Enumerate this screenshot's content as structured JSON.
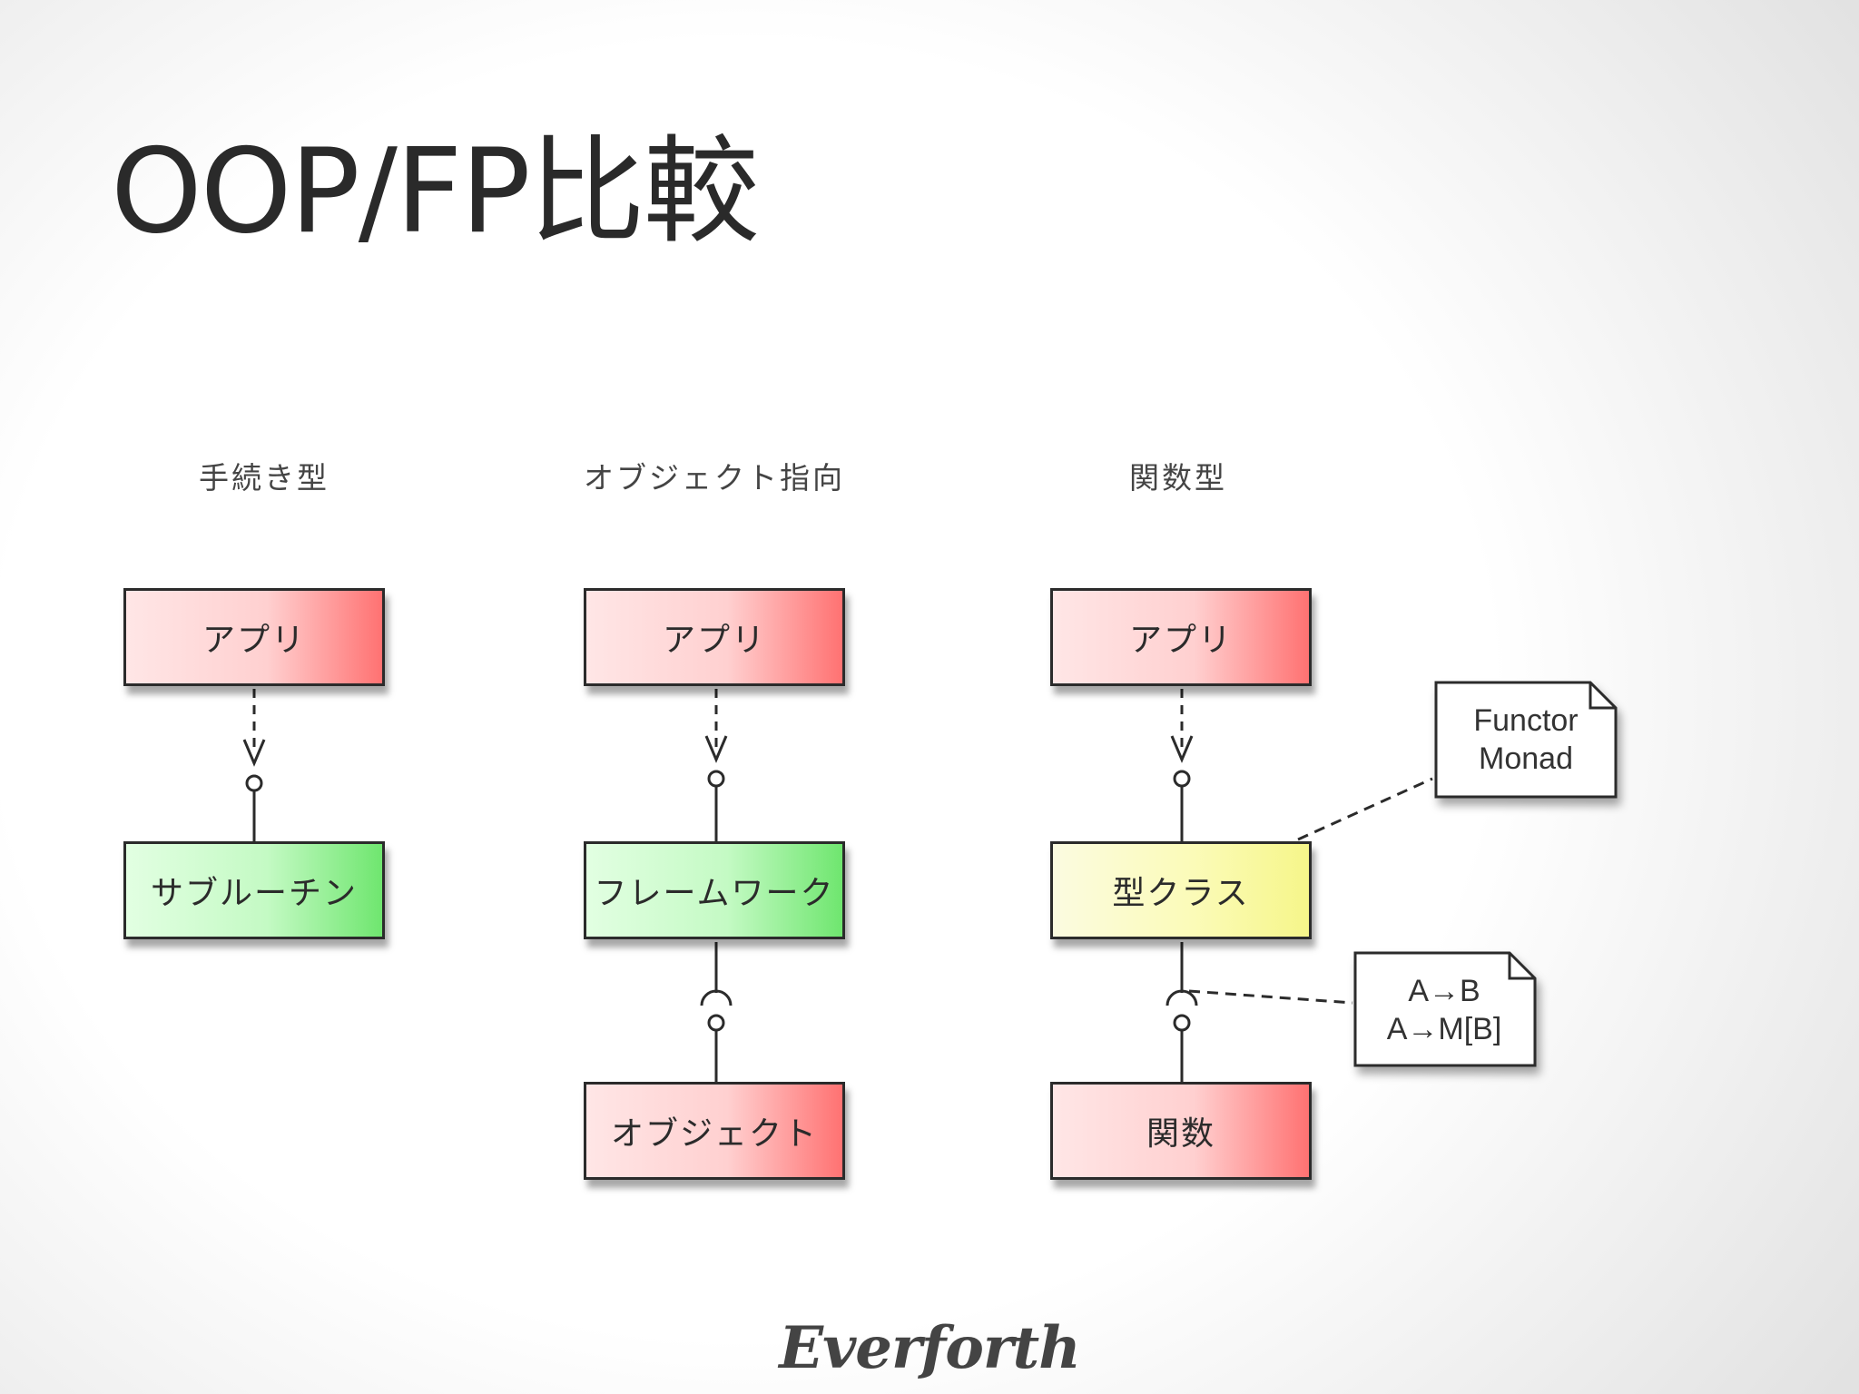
{
  "title": "OOP/FP比較",
  "columns": [
    {
      "heading": "手続き型",
      "boxes": [
        "アプリ",
        "サブルーチン"
      ]
    },
    {
      "heading": "オブジェクト指向",
      "boxes": [
        "アプリ",
        "フレームワーク",
        "オブジェクト"
      ]
    },
    {
      "heading": "関数型",
      "boxes": [
        "アプリ",
        "型クラス",
        "関数"
      ]
    }
  ],
  "notes": [
    {
      "lines": [
        "Functor",
        "Monad"
      ]
    },
    {
      "lines": [
        "A→B",
        "A→M[B]"
      ]
    }
  ],
  "brand": "Everforth",
  "colors": {
    "red": "#ff7272",
    "green": "#6fe66f",
    "yellow": "#f6f68a",
    "stroke": "#2b2b2b"
  }
}
